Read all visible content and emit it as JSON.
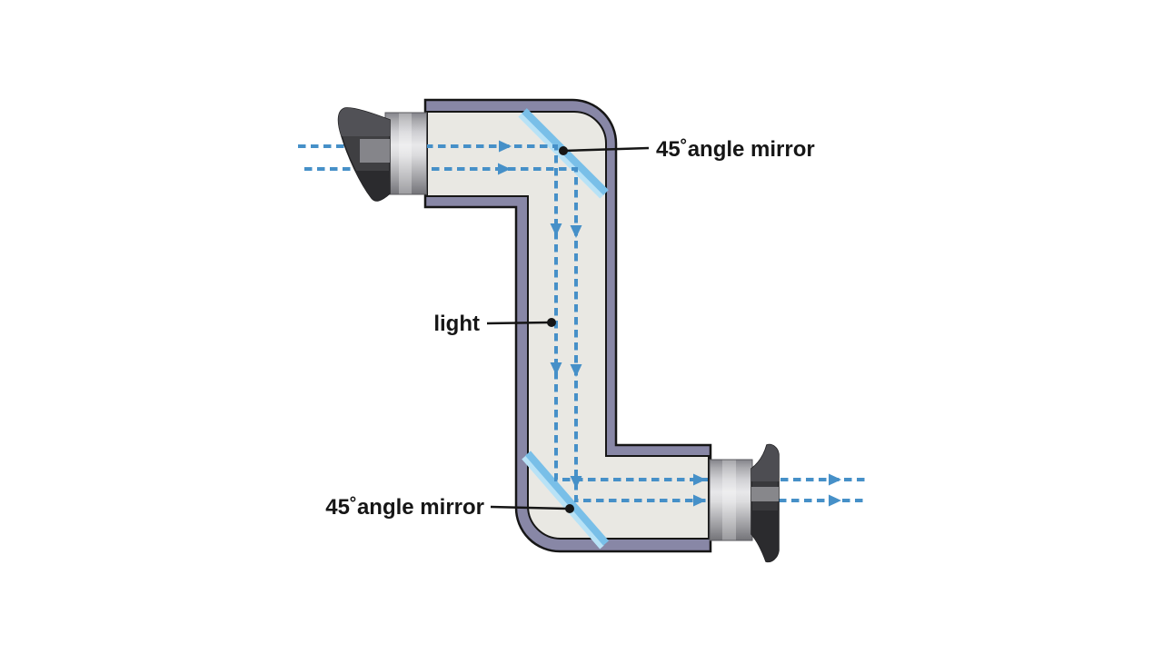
{
  "diagram": {
    "subject": "periscope light path diagram",
    "labels": {
      "top_mirror": "45˚angle mirror",
      "light": "light",
      "bottom_mirror": "45˚angle mirror"
    },
    "colors": {
      "background": "#ffffff",
      "tube_wall": "#8887a6",
      "tube_interior": "#e9e8e3",
      "outline": "#161616",
      "mirror": "#79bfe8",
      "mirror_highlight": "#b8e2f6",
      "light_ray": "#4690c8",
      "label_text": "#161616",
      "eyepiece_dark": "#3f3f42",
      "eyepiece_metal_light": "#e8e8ea"
    }
  }
}
